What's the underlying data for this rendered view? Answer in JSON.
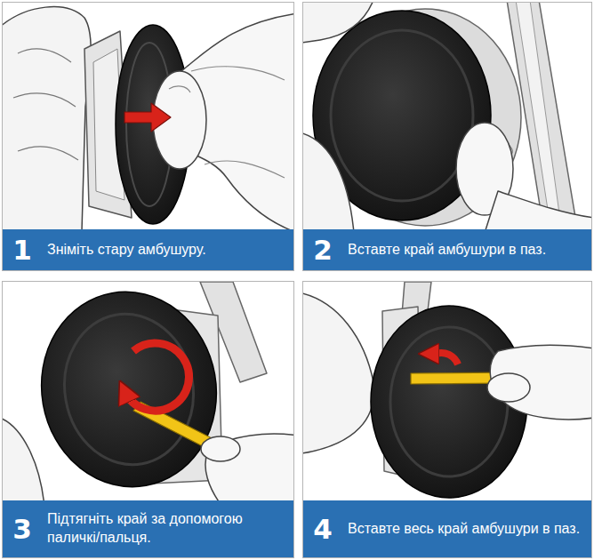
{
  "diagram": {
    "nodes": [
      {
        "text": [
          "1",
          "Зніміть стару амбушуру."
        ]
      },
      {
        "text": [
          "2",
          "Вставте край амбушури в паз."
        ]
      },
      {
        "text": [
          "3",
          "Підтягніть край за допомогою паличкі/пальця."
        ]
      },
      {
        "text": [
          "4",
          "Вставте весь край амбушури в паз."
        ]
      }
    ]
  }
}
